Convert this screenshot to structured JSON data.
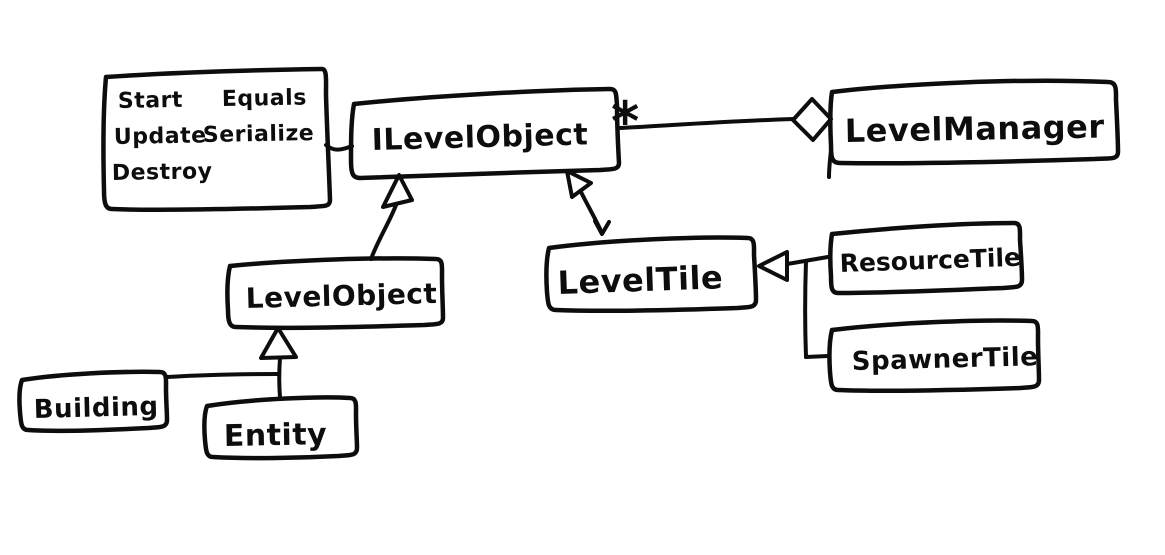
{
  "diagram": {
    "kind": "hand-drawn UML class diagram",
    "ink_color": "#0d0d0d",
    "background_color": "#ffffff",
    "classes": {
      "ilevelobject": "ILevelObject",
      "levelmanager": "LevelManager",
      "levelobject": "LevelObject",
      "leveltile": "LevelTile",
      "resourcetile": "ResourceTile",
      "spawnertile": "SpawnerTile",
      "building": "Building",
      "entity": "Entity"
    },
    "interface_methods_note": {
      "col1": [
        "Start",
        "Update",
        "Destroy"
      ],
      "col2": [
        "Equals",
        "Serialize"
      ]
    },
    "multiplicity_star": "*",
    "relationships": [
      {
        "from": "LevelObject",
        "to": "ILevelObject",
        "type": "realization-hollow-triangle"
      },
      {
        "from": "LevelTile",
        "to": "ILevelObject",
        "type": "realization-hollow-triangle"
      },
      {
        "from": "ILevelObject",
        "to": "LevelManager",
        "type": "aggregation-diamond",
        "multiplicity": "*"
      },
      {
        "from": "Entity",
        "to": "LevelObject",
        "type": "inheritance-hollow-triangle"
      },
      {
        "from": "Building",
        "to": "LevelObject",
        "type": "inheritance-hollow-triangle"
      },
      {
        "from": "ResourceTile",
        "to": "LevelTile",
        "type": "inheritance-hollow-triangle"
      },
      {
        "from": "SpawnerTile",
        "to": "LevelTile",
        "type": "inheritance-hollow-triangle"
      },
      {
        "from": "methods-note",
        "to": "ILevelObject",
        "type": "note-attachment"
      }
    ]
  }
}
